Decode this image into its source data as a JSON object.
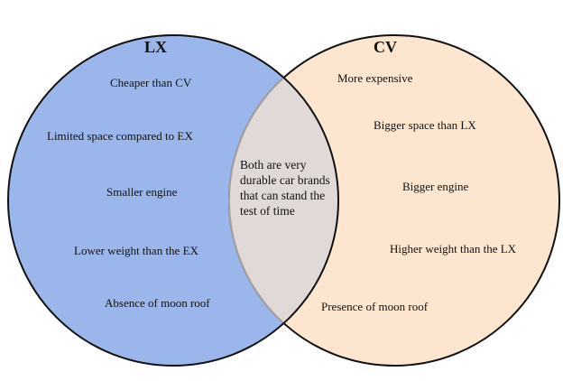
{
  "colors": {
    "left_fill": "#9bb6ea",
    "right_fill": "#fde6cf",
    "overlap_fill": "#e1d9d7",
    "outline": "#111111"
  },
  "left": {
    "title": "LX",
    "items": [
      "Cheaper than CV",
      "Limited space compared to EX",
      "Smaller engine",
      "Lower weight than the EX",
      "Absence of moon roof"
    ]
  },
  "right": {
    "title": "CV",
    "items": [
      "More expensive",
      "Bigger space than LX",
      "Bigger engine",
      "Higher weight than the LX",
      "Presence of moon roof"
    ]
  },
  "overlap": {
    "text": "Both are very durable car brands that can stand the test of time"
  }
}
